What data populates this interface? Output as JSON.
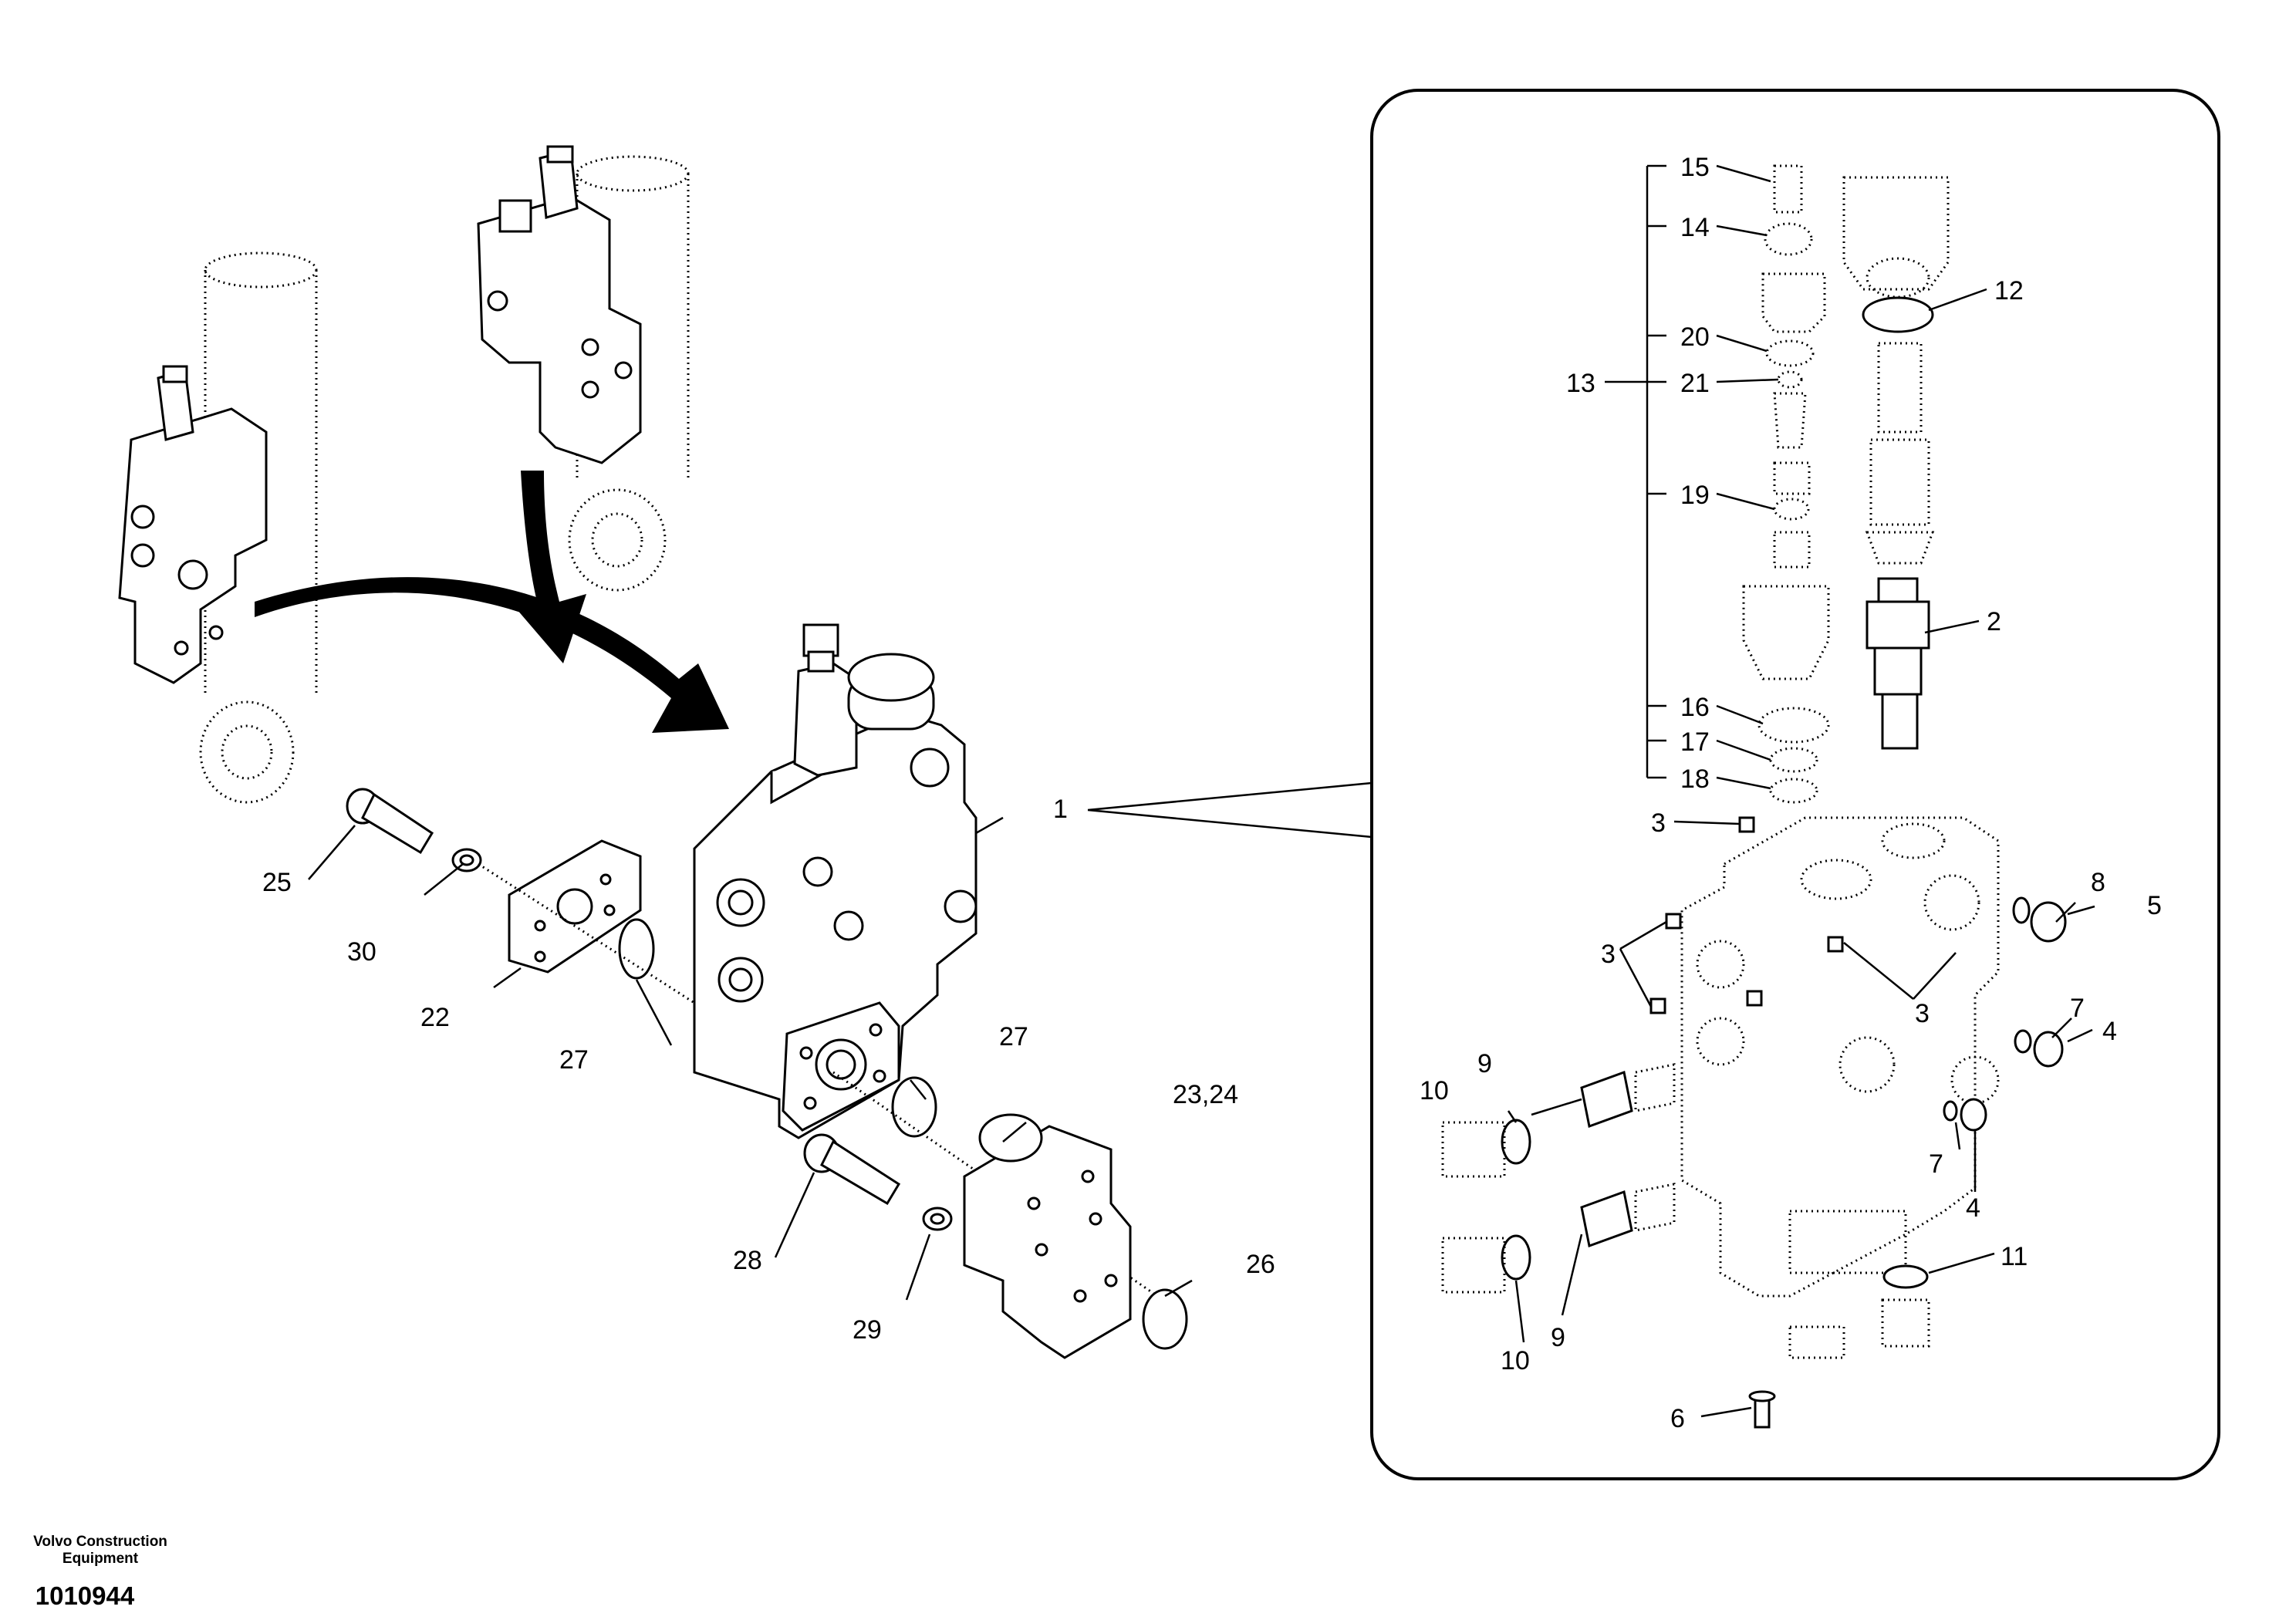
{
  "footer": {
    "brand_line1": "Volvo Construction",
    "brand_line2": "Equipment",
    "doc_number": "1010944"
  },
  "callouts": {
    "c1": "1",
    "c2": "2",
    "c3a": "3",
    "c3b": "3",
    "c3c": "3",
    "c4a": "4",
    "c4b": "4",
    "c5": "5",
    "c6": "6",
    "c7a": "7",
    "c7b": "7",
    "c8": "8",
    "c9a": "9",
    "c9b": "9",
    "c10a": "10",
    "c10b": "10",
    "c11": "11",
    "c12": "12",
    "c13": "13",
    "c14": "14",
    "c15": "15",
    "c16": "16",
    "c17": "17",
    "c18": "18",
    "c19": "19",
    "c20": "20",
    "c21": "21",
    "c22": "22",
    "c23_24": "23,24",
    "c25": "25",
    "c26": "26",
    "c27a": "27",
    "c27b": "27",
    "c28": "28",
    "c29": "29",
    "c30": "30"
  }
}
